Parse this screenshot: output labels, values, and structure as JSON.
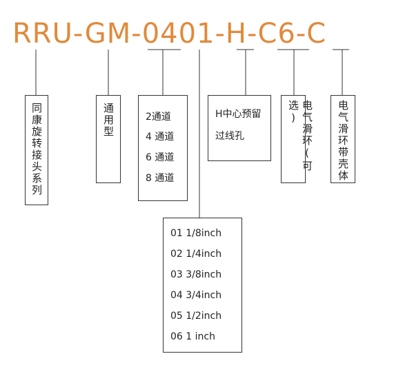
{
  "model_code": "RRU-GM-0401-H-C6-C",
  "boxes": {
    "series": "同康旋转接头系列",
    "general": "通用型",
    "channels": [
      "2通道",
      "4 通道",
      "6 通道",
      "8 通道"
    ],
    "center_hole": [
      "H中心预留",
      "过线孔"
    ],
    "slip_ring_optional": "电气滑环(可选)",
    "slip_ring_housing": "电气滑环带壳体",
    "sizes": [
      "01 1/8inch",
      "02 1/4inch",
      "03 3/8inch",
      "04 3/4inch",
      "05 1/2inch",
      "06 1 inch"
    ]
  },
  "colors": {
    "code": "#e08a3c",
    "lines": "#333333"
  }
}
